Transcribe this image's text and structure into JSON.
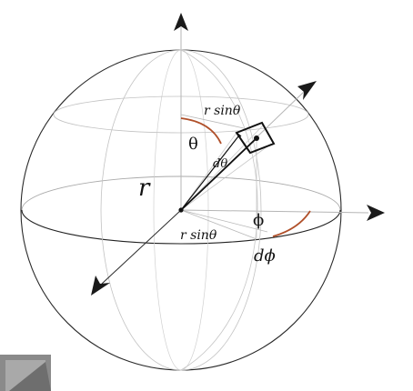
{
  "labels": {
    "r": "r",
    "theta": "θ",
    "d_theta": "dθ",
    "phi": "ϕ",
    "d_phi": "dϕ",
    "r_sin_theta_top": "r sinθ",
    "r_sin_theta_bottom": "r sinθ"
  },
  "colors": {
    "line": "#1a1a1a",
    "faint_line": "#b8b8b8",
    "accent_arc": "#b0502a",
    "background": "#ffffff",
    "corner_photo": "#7d7d7d"
  },
  "icons": {
    "axis_arrowheads": "arrowhead-icon",
    "volume_element": "volume-element-box"
  }
}
